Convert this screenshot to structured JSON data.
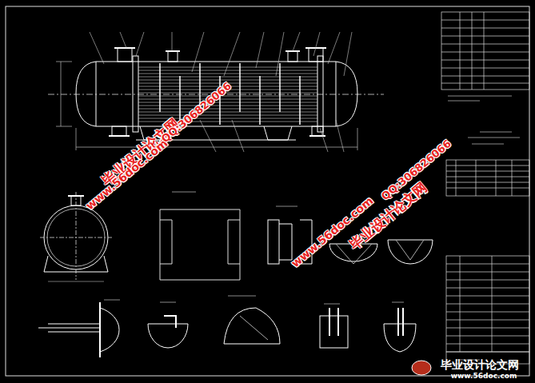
{
  "diagram": {
    "labels": [
      "毕业设计论文网",
      "www.56doc.com",
      "QQ:306826066",
      "www.56doc.com",
      "QQ:306826066",
      "毕业设计论文网",
      "毕业设计论文网",
      "www.56doc.com"
    ]
  }
}
